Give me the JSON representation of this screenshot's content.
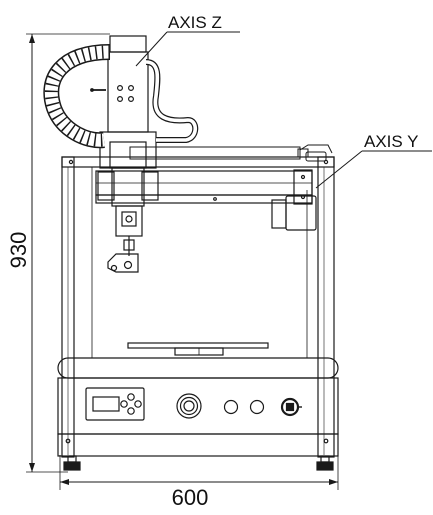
{
  "labels": {
    "axis_z": "AXIS Z",
    "axis_y": "AXIS Y",
    "height_dim": "930",
    "width_dim": "600"
  }
}
